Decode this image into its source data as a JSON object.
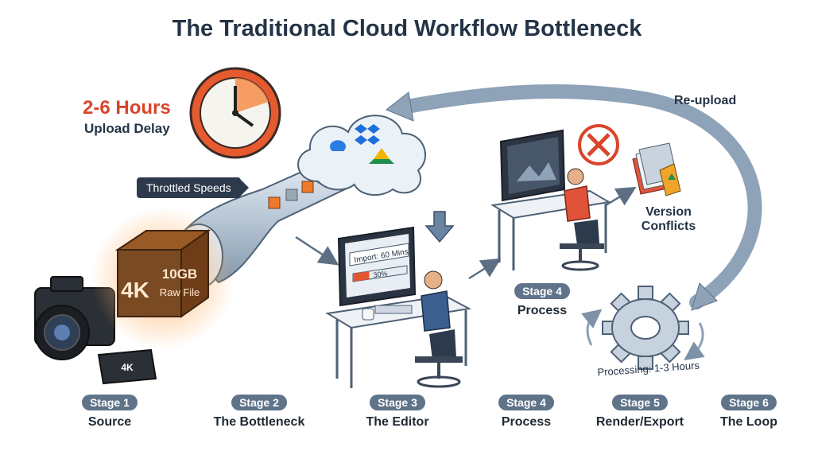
{
  "title": "The Traditional Cloud Workflow Bottleneck",
  "delay": {
    "hours": "2-6 Hours",
    "label": "Upload Delay"
  },
  "throttled_label": "Throttled Speeds",
  "file_block": {
    "resolution": "4K",
    "size": "10GB",
    "kind": "Raw File"
  },
  "sd_card_label": "4K",
  "import_dialog": {
    "text": "Import: 60 Mins",
    "percent": "30%",
    "progress": 0.3
  },
  "reupload_label": "Re-upload",
  "version_conflicts_label": "Version Conflicts",
  "mid_stage": {
    "badge": "Stage 4",
    "name": "Process"
  },
  "processing_label": "Processing: 1-3 Hours",
  "stages": [
    {
      "badge": "Stage 1",
      "name": "Source"
    },
    {
      "badge": "Stage 2",
      "name": "The Bottleneck"
    },
    {
      "badge": "Stage 3",
      "name": "The Editor"
    },
    {
      "badge": "Stage 4",
      "name": "Process"
    },
    {
      "badge": "Stage 5",
      "name": "Render/Export"
    },
    {
      "badge": "Stage 6",
      "name": "The Loop"
    }
  ],
  "colors": {
    "accent_orange": "#f07a2a",
    "alert_red": "#d9452b",
    "navy": "#243447",
    "badge": "#5f7389",
    "steel": "#8ea2b8"
  }
}
